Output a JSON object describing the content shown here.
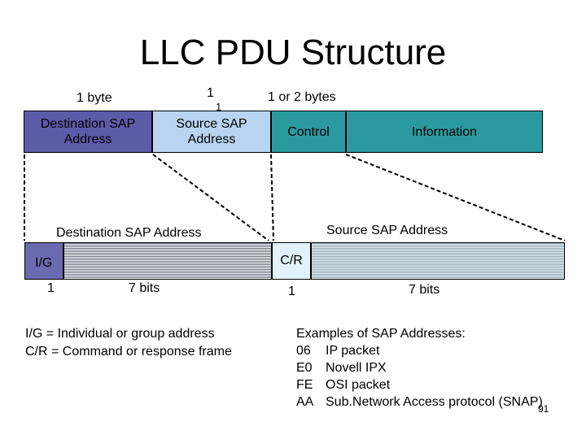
{
  "title": "LLC PDU Structure",
  "top_row": {
    "sizes": {
      "dsap": "1 byte",
      "ssap": "1",
      "ssap_sub": "1",
      "control": "1 or 2 bytes"
    },
    "fields": {
      "dsap": "Destination SAP Address",
      "ssap": "Source SAP Address",
      "control": "Control",
      "information": "Information"
    }
  },
  "detail": {
    "dsap_title": "Destination SAP Address",
    "ssap_title": "Source SAP Address",
    "ig_label": "I/G",
    "cr_label": "C/R",
    "ig_bits": "1",
    "dsap_bits": "7 bits",
    "cr_bits": "1",
    "ssap_bits": "7 bits"
  },
  "legend": {
    "ig": "I/G = Individual or group address",
    "cr": "C/R = Command or response frame"
  },
  "examples": {
    "heading": "Examples of SAP Addresses:",
    "items": [
      {
        "code": "06",
        "desc": "IP packet"
      },
      {
        "code": "E0",
        "desc": "Novell IPX"
      },
      {
        "code": "FE",
        "desc": "OSI packet"
      },
      {
        "code": "AA",
        "desc": "Sub.Network Access protocol (SNAP)"
      }
    ]
  },
  "page_number": "91",
  "colors": {
    "dsap_fill": "#5b5ba8",
    "ssap_fill": "#b8d4f0",
    "control_fill": "#2b9aa0",
    "ig_fill": "#6a6ab0",
    "cr_fill": "#e2f2fa"
  }
}
